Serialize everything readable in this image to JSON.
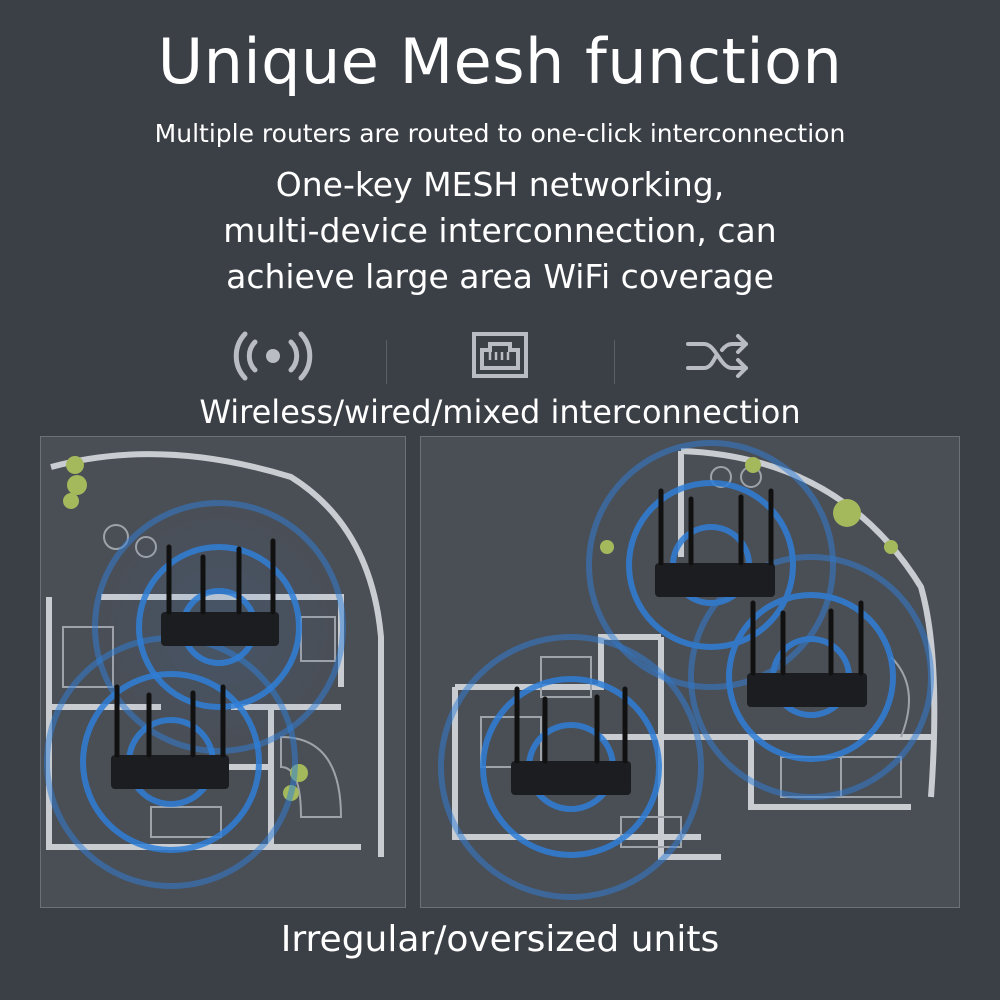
{
  "header": {
    "title": "Unique Mesh function",
    "subtitle": "Multiple routers are routed to one-click interconnection",
    "description_lines": [
      "One-key MESH networking,",
      "multi-device interconnection, can",
      "achieve large area WiFi coverage"
    ]
  },
  "icons": [
    {
      "name": "wireless-icon"
    },
    {
      "name": "ethernet-port-icon"
    },
    {
      "name": "shuffle-icon"
    }
  ],
  "interconnection_label": "Wireless/wired/mixed interconnection",
  "footer_label": "Irregular/oversized units",
  "colors": {
    "background": "#3b3f46",
    "panel": "#4a4e55",
    "floorplan_wall": "#c9ccd1",
    "wifi_ring": "#2f7fd8",
    "router": "#1c1d20",
    "text": "#ffffff",
    "icon": "#b9bcc2"
  }
}
